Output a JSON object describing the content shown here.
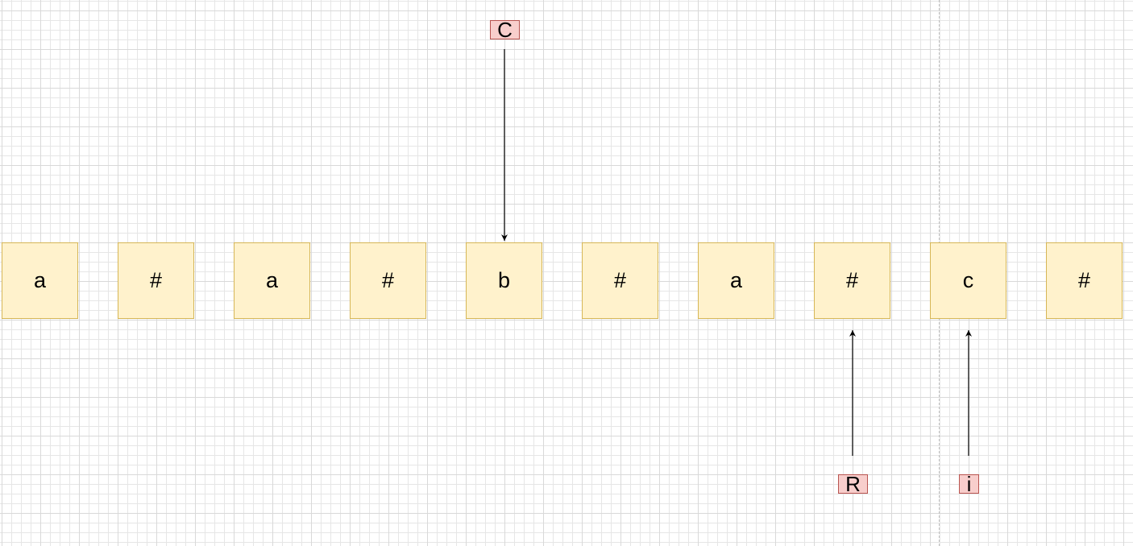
{
  "cells": [
    "a",
    "#",
    "a",
    "#",
    "b",
    "#",
    "a",
    "#",
    "c",
    "#"
  ],
  "pointers": {
    "C": {
      "label": "C",
      "target_index": 4
    },
    "R": {
      "label": "R",
      "target_index": 7
    },
    "i": {
      "label": "i",
      "target_index": 8
    }
  },
  "colors": {
    "cell_fill": "#fff2cc",
    "cell_stroke": "#d6b656",
    "label_fill": "#f8cecc",
    "label_stroke": "#b85450",
    "arrow": "#000000"
  }
}
